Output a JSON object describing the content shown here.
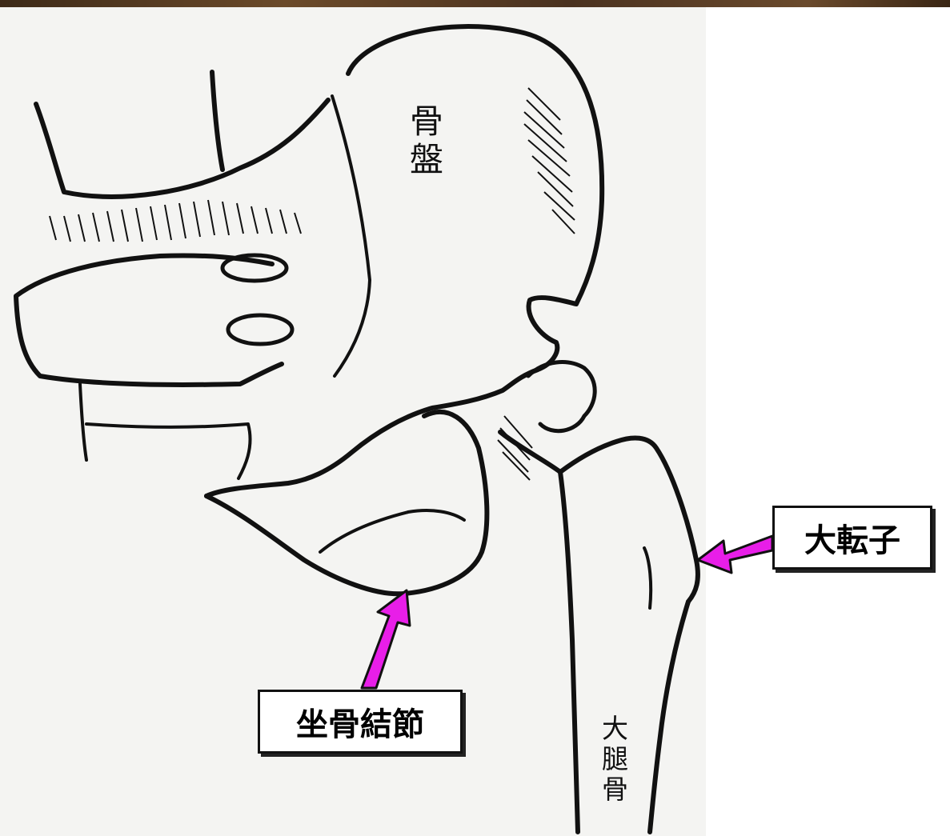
{
  "labels": {
    "pelvis": [
      "骨",
      "盤"
    ],
    "femur": [
      "大",
      "腿",
      "骨"
    ],
    "greater_trochanter": "大転子",
    "ischial_tuberosity": "坐骨結節"
  },
  "colors": {
    "arrow": "#e81ee8",
    "ink": "#111111",
    "paper": "#f4f4f2",
    "top_strip": "#5a3c22"
  }
}
